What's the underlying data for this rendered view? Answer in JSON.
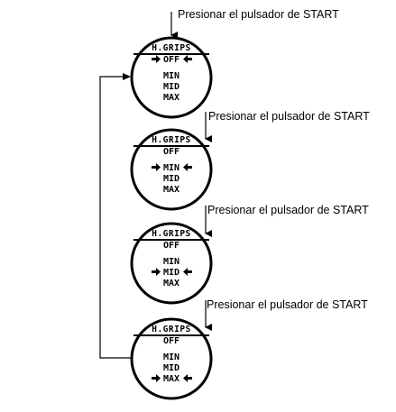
{
  "steps": [
    {
      "instruction": "Presionar el pulsador de START"
    },
    {
      "instruction": "Presionar el pulsador de START"
    },
    {
      "instruction": "Presionar el pulsador de START"
    },
    {
      "instruction": "Presionar el pulsador de START"
    }
  ],
  "displays": [
    {
      "title": "H.GRIPS",
      "options": [
        "OFF",
        "MIN",
        "MID",
        "MAX"
      ],
      "selected": "OFF"
    },
    {
      "title": "H.GRIPS",
      "options": [
        "OFF",
        "MIN",
        "MID",
        "MAX"
      ],
      "selected": "MIN"
    },
    {
      "title": "H.GRIPS",
      "options": [
        "OFF",
        "MIN",
        "MID",
        "MAX"
      ],
      "selected": "MID"
    },
    {
      "title": "H.GRIPS",
      "options": [
        "OFF",
        "MIN",
        "MID",
        "MAX"
      ],
      "selected": "MAX"
    }
  ]
}
